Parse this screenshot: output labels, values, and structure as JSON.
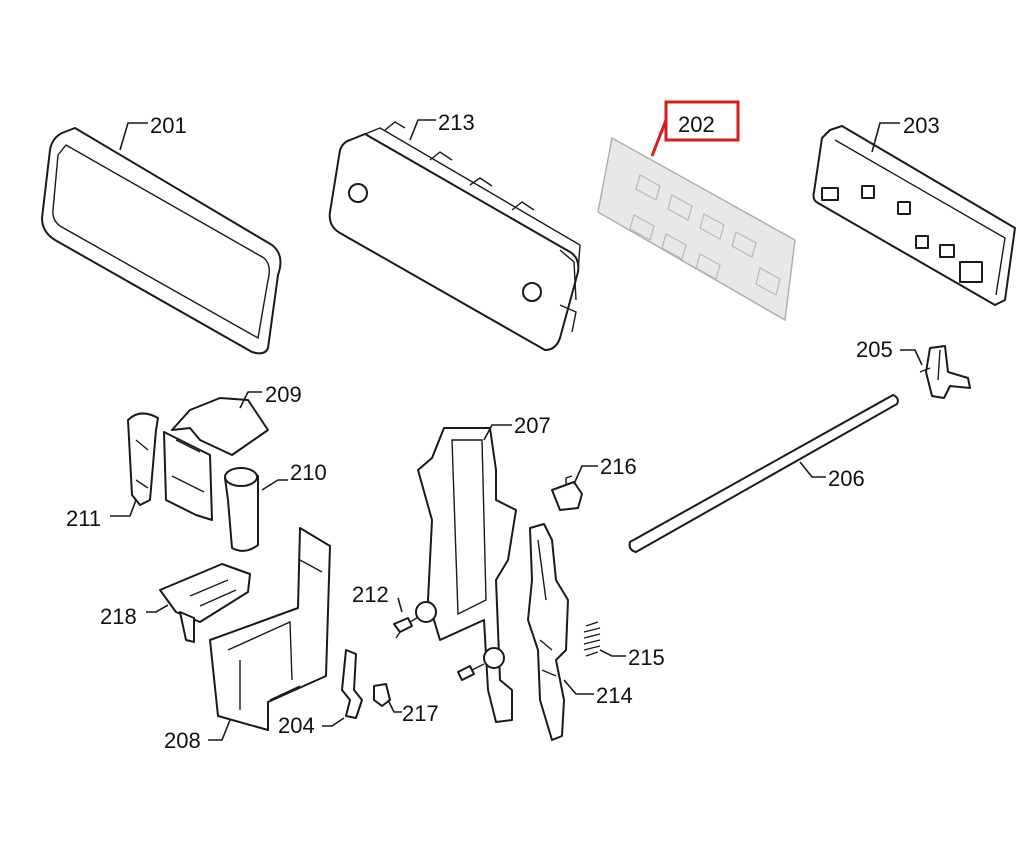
{
  "colors": {
    "highlight": "#d81b1b",
    "line": "#1a1a1a",
    "pcb": "#e8e8e8"
  },
  "highlighted_part": "202",
  "callouts": {
    "p201": "201",
    "p213": "213",
    "p202": "202",
    "p203": "203",
    "p205": "205",
    "p206": "206",
    "p209": "209",
    "p210": "210",
    "p211": "211",
    "p207": "207",
    "p216": "216",
    "p218": "218",
    "p212": "212",
    "p215": "215",
    "p214": "214",
    "p208": "208",
    "p204": "204",
    "p217": "217"
  }
}
